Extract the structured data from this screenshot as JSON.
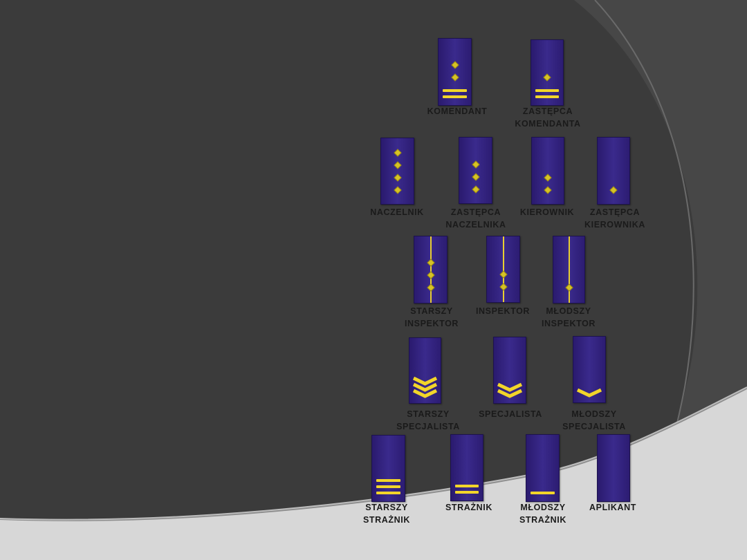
{
  "ranks": [
    {
      "id": "komendant",
      "label": "KOMENDANT",
      "stars": 2,
      "bars": 2
    },
    {
      "id": "zastepca-komendanta",
      "label": "ZASTĘPCA\nKOMENDANTA",
      "stars": 1,
      "bars": 2
    },
    {
      "id": "naczelnik",
      "label": "NACZELNIK",
      "stars": 4
    },
    {
      "id": "zastepca-naczelnika",
      "label": "ZASTĘPCA\nNACZELNIKA",
      "stars": 3
    },
    {
      "id": "kierownik",
      "label": "KIEROWNIK",
      "stars": 2
    },
    {
      "id": "zastepca-kierownika",
      "label": "ZASTĘPCA\nKIEROWNIKA",
      "stars": 1
    },
    {
      "id": "starszy-inspektor",
      "label": "STARSZY\nINSPEKTOR",
      "stars": 3,
      "braid": true
    },
    {
      "id": "inspektor",
      "label": "INSPEKTOR",
      "stars": 2,
      "braid": true
    },
    {
      "id": "mlodszy-inspektor",
      "label": "MŁODSZY\nINSPEKTOR",
      "stars": 1,
      "braid": true
    },
    {
      "id": "starszy-specjalista",
      "label": "STARSZY\nSPECJALISTA",
      "chevrons": 3
    },
    {
      "id": "specjalista",
      "label": "SPECJALISTA",
      "chevrons": 2
    },
    {
      "id": "mlodszy-specjalista",
      "label": "MŁODSZY\nSPECJALISTA",
      "chevrons": 1
    },
    {
      "id": "starszy-straznik",
      "label": "STARSZY\nSTRAŻNIK",
      "bars": 3
    },
    {
      "id": "straznik",
      "label": "STRAŻNIK",
      "bars": 2
    },
    {
      "id": "mlodszy-straznik",
      "label": "MŁODSZY\nSTRAŻNIK",
      "bars": 1
    },
    {
      "id": "aplikant",
      "label": "APLIKANT"
    }
  ],
  "colors": {
    "board": "#33237e",
    "insignia": "#f2d52a",
    "background": "#3a3a3a"
  }
}
